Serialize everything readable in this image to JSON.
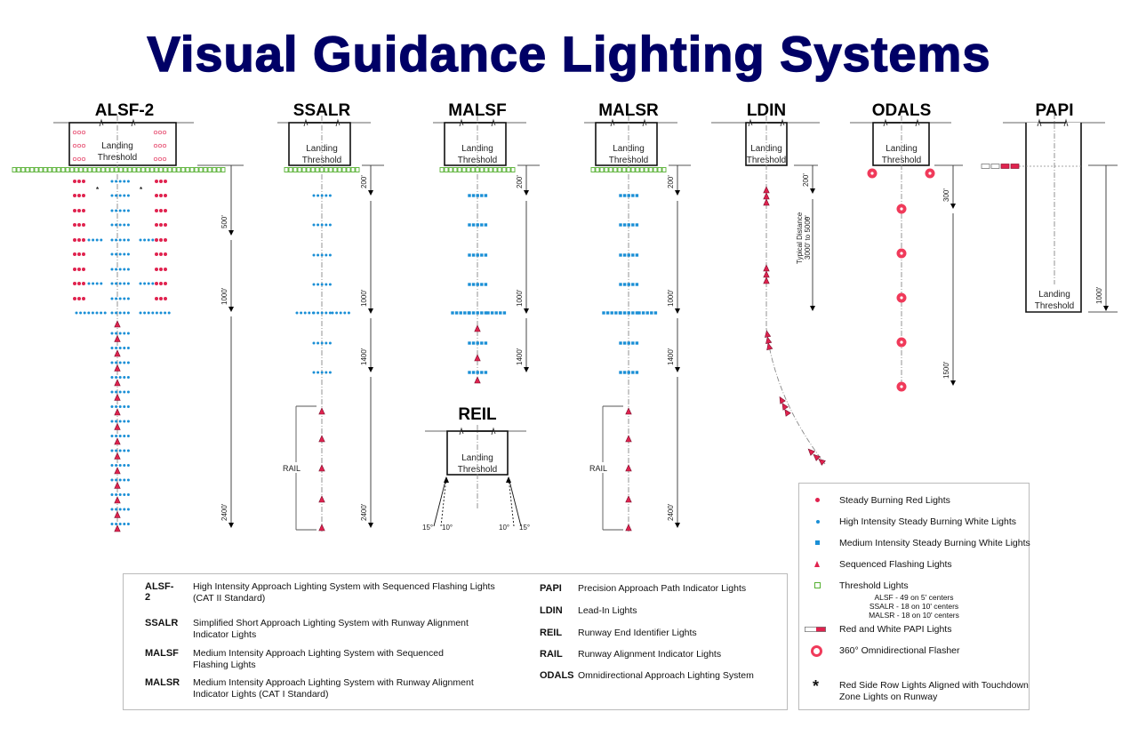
{
  "title": "Visual Guidance Lighting Systems",
  "threshold_label": [
    "Landing",
    "Threshold"
  ],
  "systems": {
    "alsf2": {
      "name": "ALSF-2",
      "dims": [
        "500'",
        "1000'",
        "2400'"
      ]
    },
    "ssalr": {
      "name": "SSALR",
      "dims": [
        "200'",
        "1000'",
        "1400'",
        "2400'"
      ],
      "rail_label": "RAIL"
    },
    "malsf": {
      "name": "MALSF",
      "dims": [
        "200'",
        "1000'",
        "1400'"
      ]
    },
    "malsr": {
      "name": "MALSR",
      "dims": [
        "200'",
        "1000'",
        "1400'",
        "2400'"
      ],
      "rail_label": "RAIL"
    },
    "ldin": {
      "name": "LDIN",
      "dims": [
        "200'"
      ],
      "typical_line1": "Typical Distance",
      "typical_line2": "3000' to 5000'"
    },
    "odals": {
      "name": "ODALS",
      "dims": [
        "300'",
        "1500'"
      ]
    },
    "papi": {
      "name": "PAPI",
      "dims": [
        "1000'"
      ]
    },
    "reil": {
      "name": "REIL",
      "angles": [
        "15°",
        "10°",
        "10°",
        "15°"
      ]
    }
  },
  "abbreviations": [
    {
      "key": "ALSF-2",
      "desc": [
        "High Intensity Approach Lighting System with Sequenced Flashing Lights",
        "(CAT II Standard)"
      ]
    },
    {
      "key": "SSALR",
      "desc": [
        "Simplified Short Approach Lighting System with Runway Alignment",
        "Indicator Lights"
      ]
    },
    {
      "key": "MALSF",
      "desc": [
        "Medium Intensity Approach Lighting System with Sequenced",
        "Flashing Lights"
      ]
    },
    {
      "key": "MALSR",
      "desc": [
        "Medium Intensity Approach Lighting System with Runway Alignment",
        "Indicator Lights (CAT I Standard)"
      ]
    },
    {
      "key": "PAPI",
      "desc": [
        "Precision Approach Path Indicator Lights"
      ]
    },
    {
      "key": "LDIN",
      "desc": [
        "Lead-In Lights"
      ]
    },
    {
      "key": "REIL",
      "desc": [
        "Runway End Identifier Lights"
      ]
    },
    {
      "key": "RAIL",
      "desc": [
        "Runway Alignment Indicator Lights"
      ]
    },
    {
      "key": "ODALS",
      "desc": [
        "Omnidirectional Approach Lighting System"
      ]
    }
  ],
  "legend": [
    {
      "icon": "steady-red-dot-icon",
      "label": "Steady Burning Red Lights"
    },
    {
      "icon": "high-intensity-white-dot-icon",
      "label": "High Intensity Steady Burning White Lights"
    },
    {
      "icon": "medium-intensity-white-square-icon",
      "label": "Medium Intensity Steady Burning White Lights"
    },
    {
      "icon": "sequenced-flashing-triangle-icon",
      "label": "Sequenced Flashing Lights"
    },
    {
      "icon": "threshold-square-icon",
      "label": "Threshold Lights",
      "notes": [
        "ALSF - 49 on 5' centers",
        "SSALR - 18 on 10' centers",
        "MALSR - 18 on 10' centers"
      ]
    },
    {
      "icon": "papi-lights-icon",
      "label": "Red and White PAPI Lights"
    },
    {
      "icon": "omnidirectional-flasher-icon",
      "label": "360° Omnidirectional Flasher"
    },
    {
      "icon": "asterisk-icon",
      "label": "Red Side Row Lights Aligned with Touchdown",
      "label2": "Zone Lights on Runway"
    }
  ],
  "colors": {
    "title": "#000066",
    "red": "#e0224e",
    "blue": "#1a8fd6",
    "green": "#55b030",
    "flasher": "#f03a5a"
  }
}
